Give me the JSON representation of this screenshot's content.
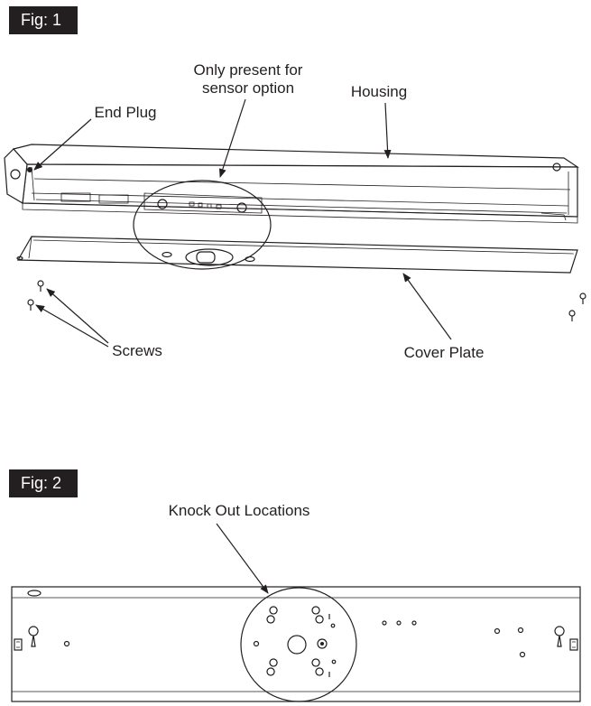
{
  "figures": [
    {
      "tag": "Fig: 1",
      "labels": {
        "sensor": [
          "Only present for",
          "sensor option"
        ],
        "housing": "Housing",
        "end_plug": "End Plug",
        "screws": "Screws",
        "cover_plate": "Cover Plate"
      }
    },
    {
      "tag": "Fig: 2",
      "labels": {
        "knock_out": "Knock Out Locations"
      }
    }
  ],
  "colors": {
    "ink": "#231f20",
    "tag_bg": "#231f20",
    "tag_text": "#ffffff"
  }
}
